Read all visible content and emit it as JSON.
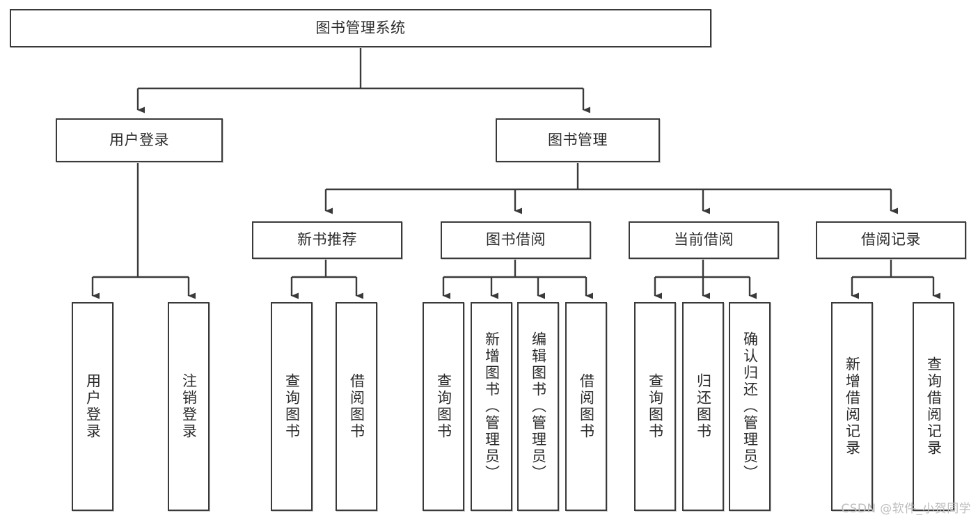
{
  "diagram": {
    "type": "tree-hierarchy-chart",
    "title": "图书管理系统",
    "stroke_color": "#3a3a3a",
    "background_color": "#ffffff",
    "text_color": "#2b2b2b",
    "levels": {
      "root": {
        "label": "图书管理系统"
      },
      "level2": [
        {
          "id": "user-login",
          "label": "用户登录"
        },
        {
          "id": "book-management",
          "label": "图书管理"
        }
      ],
      "level3": [
        {
          "id": "new-book-recommend",
          "label": "新书推荐",
          "parent": "book-management"
        },
        {
          "id": "book-borrow",
          "label": "图书借阅",
          "parent": "book-management"
        },
        {
          "id": "current-borrow",
          "label": "当前借阅",
          "parent": "book-management"
        },
        {
          "id": "borrow-record",
          "label": "借阅记录",
          "parent": "book-management"
        }
      ],
      "leaves": [
        {
          "id": "leaf-user-login",
          "label": "用户登录",
          "parent": "user-login"
        },
        {
          "id": "leaf-logout-login",
          "label": "注销登录",
          "parent": "user-login"
        },
        {
          "id": "leaf-query-book-1",
          "label": "查询图书",
          "parent": "new-book-recommend"
        },
        {
          "id": "leaf-borrow-book-1",
          "label": "借阅图书",
          "parent": "new-book-recommend"
        },
        {
          "id": "leaf-query-book-2",
          "label": "查询图书",
          "parent": "book-borrow"
        },
        {
          "id": "leaf-add-book-admin",
          "label": "新增图书（管理员）",
          "parent": "book-borrow"
        },
        {
          "id": "leaf-edit-book-admin",
          "label": "编辑图书（管理员）",
          "parent": "book-borrow"
        },
        {
          "id": "leaf-borrow-book-2",
          "label": "借阅图书",
          "parent": "book-borrow"
        },
        {
          "id": "leaf-query-book-3",
          "label": "查询图书",
          "parent": "current-borrow"
        },
        {
          "id": "leaf-return-book",
          "label": "归还图书",
          "parent": "current-borrow"
        },
        {
          "id": "leaf-confirm-return-admin",
          "label": "确认归还（管理员）",
          "parent": "current-borrow"
        },
        {
          "id": "leaf-add-borrow-record",
          "label": "新增借阅记录",
          "parent": "borrow-record"
        },
        {
          "id": "leaf-query-borrow-record",
          "label": "查询借阅记录",
          "parent": "borrow-record"
        }
      ]
    }
  },
  "watermark": {
    "text": "CSDN @软件_小贺同学"
  }
}
